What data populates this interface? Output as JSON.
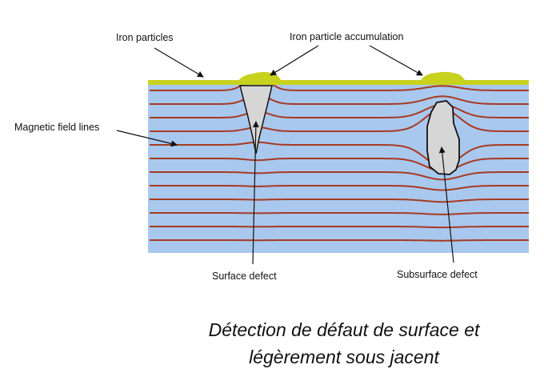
{
  "labels": {
    "iron_particles": "Iron particles",
    "accumulation": "Iron particle accumulation",
    "field_lines": "Magnetic field lines",
    "surface_defect": "Surface defect",
    "subsurface_defect": "Subsurface defect"
  },
  "caption": {
    "line1": "Détection de défaut de surface et",
    "line2": "légèrement sous jacent"
  },
  "colors": {
    "material": "#a9c8ee",
    "field_line": "#a73a22",
    "particles": "#c8d21e",
    "defect": "#d6d6d6"
  }
}
